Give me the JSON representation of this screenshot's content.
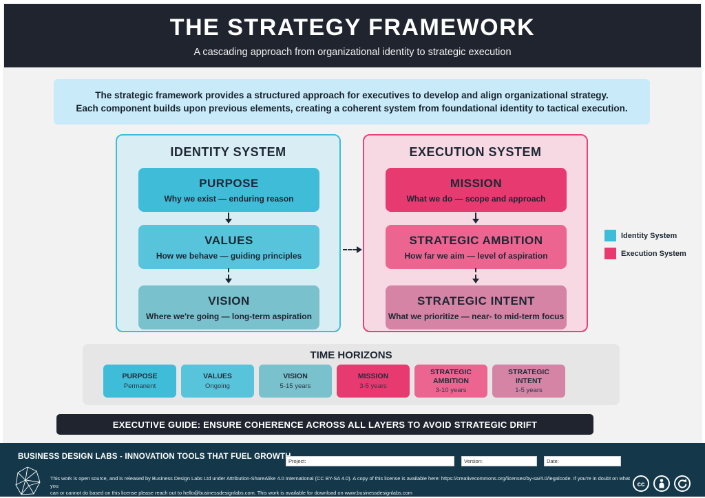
{
  "header": {
    "title": "THE STRATEGY FRAMEWORK",
    "subtitle": "A cascading approach from organizational identity to strategic execution"
  },
  "intro": {
    "line1": "The strategic framework provides a structured approach for executives to develop and align organizational strategy.",
    "line2": "Each component builds upon previous elements, creating a coherent system from foundational identity to tactical execution."
  },
  "identity_system": {
    "title": "IDENTITY SYSTEM",
    "border_color": "#3dbdd9",
    "background": "#d9edf4",
    "boxes": [
      {
        "label": "PURPOSE",
        "description": "Why we exist — enduring reason",
        "color": "#3fbcd8"
      },
      {
        "label": "VALUES",
        "description": "How we behave — guiding principles",
        "color": "#57c4dc"
      },
      {
        "label": "VISION",
        "description": "Where we're going — long-term aspiration",
        "color": "#79c1cd"
      }
    ]
  },
  "execution_system": {
    "title": "EXECUTION SYSTEM",
    "border_color": "#e84179",
    "background": "#f7d9e4",
    "boxes": [
      {
        "label": "MISSION",
        "description": "What we do — scope and approach",
        "color": "#e63a70"
      },
      {
        "label": "STRATEGIC AMBITION",
        "description": "How far we aim — level of aspiration",
        "color": "#ec6590"
      },
      {
        "label": "STRATEGIC INTENT",
        "description": "What we prioritize — near- to mid-term focus",
        "color": "#d684a5"
      }
    ]
  },
  "legend": {
    "items": [
      {
        "label": "Identity System",
        "color": "#3fbcd8"
      },
      {
        "label": "Execution System",
        "color": "#e63a70"
      }
    ]
  },
  "time_horizons": {
    "title": "TIME HORIZONS",
    "items": [
      {
        "label": "PURPOSE",
        "value": "Permanent",
        "color": "#3fbcd8"
      },
      {
        "label": "VALUES",
        "value": "Ongoing",
        "color": "#57c4dc"
      },
      {
        "label": "VISION",
        "value": "5-15 years",
        "color": "#79c1cd"
      },
      {
        "label": "MISSION",
        "value": "3-5 years",
        "color": "#e63a70"
      },
      {
        "label": "STRATEGIC AMBITION",
        "value": "3-10 years",
        "color": "#ec6590"
      },
      {
        "label": "STRATEGIC INTENT",
        "value": "1-5 years",
        "color": "#d684a5"
      }
    ]
  },
  "executive_guide": {
    "text": "EXECUTIVE GUIDE: ENSURE COHERENCE ACROSS ALL LAYERS TO AVOID STRATEGIC DRIFT"
  },
  "footer": {
    "brand": "BUSINESS DESIGN LABS - INNOVATION TOOLS THAT FUEL GROWTH",
    "license_line1": "This work is open source, and is released by Business Design Labs Ltd under Attribution-ShareAlike 4.0 International (CC BY-SA 4.0). A copy of this license is available here: https://creativecommons.org/licenses/by-sa/4.0/legalcode. If you're in doubt on what you",
    "license_line2": "can or cannot do based on this license please reach out to hello@businessdesignlabs.com. This work is available for download on www.businessdesignlabs.com",
    "fields": [
      {
        "label": "Project:"
      },
      {
        "label": "Version:"
      },
      {
        "label": "Date:"
      }
    ]
  }
}
